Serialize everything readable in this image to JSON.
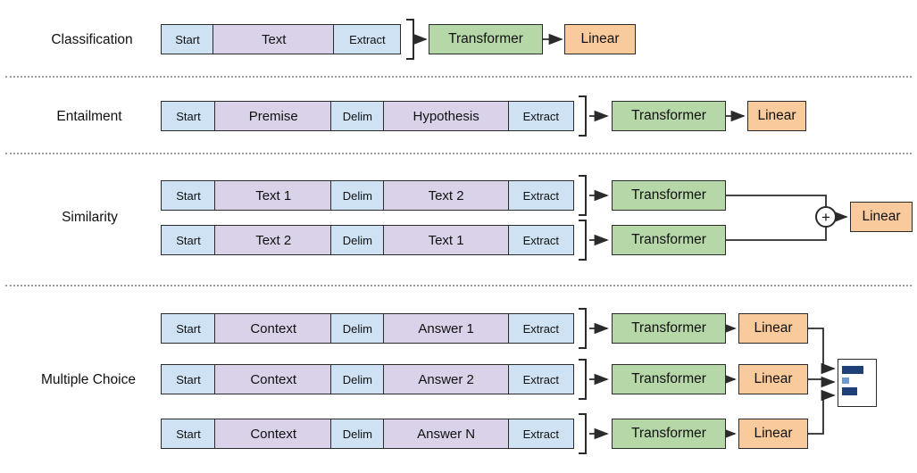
{
  "figure": {
    "sections": [
      {
        "label": "Classification",
        "rows": [
          {
            "tokens": [
              "Start",
              "Text",
              "Extract"
            ]
          }
        ],
        "transformer": "Transformer",
        "linear": "Linear"
      },
      {
        "label": "Entailment",
        "rows": [
          {
            "tokens": [
              "Start",
              "Premise",
              "Delim",
              "Hypothesis",
              "Extract"
            ]
          }
        ],
        "transformer": "Transformer",
        "linear": "Linear"
      },
      {
        "label": "Similarity",
        "rows": [
          {
            "tokens": [
              "Start",
              "Text 1",
              "Delim",
              "Text 2",
              "Extract"
            ]
          },
          {
            "tokens": [
              "Start",
              "Text 2",
              "Delim",
              "Text 1",
              "Extract"
            ]
          }
        ],
        "transformer": "Transformer",
        "plus": "+",
        "linear": "Linear"
      },
      {
        "label": "Multiple Choice",
        "rows": [
          {
            "tokens": [
              "Start",
              "Context",
              "Delim",
              "Answer 1",
              "Extract"
            ]
          },
          {
            "tokens": [
              "Start",
              "Context",
              "Delim",
              "Answer 2",
              "Extract"
            ]
          },
          {
            "tokens": [
              "Start",
              "Context",
              "Delim",
              "Answer N",
              "Extract"
            ]
          }
        ],
        "transformer": "Transformer",
        "linear": "Linear"
      }
    ],
    "colors": {
      "token_blue": "#cfe2f3",
      "token_purple": "#d9d2e9",
      "transformer_green": "#b6d7a8",
      "linear_orange": "#f9cb9c",
      "border": "#2b2b2b",
      "bar_dark": "#1f3f77",
      "bar_light": "#6f97d1"
    },
    "output_chart": {
      "values": [
        0.6,
        0.2,
        0.42
      ]
    }
  }
}
